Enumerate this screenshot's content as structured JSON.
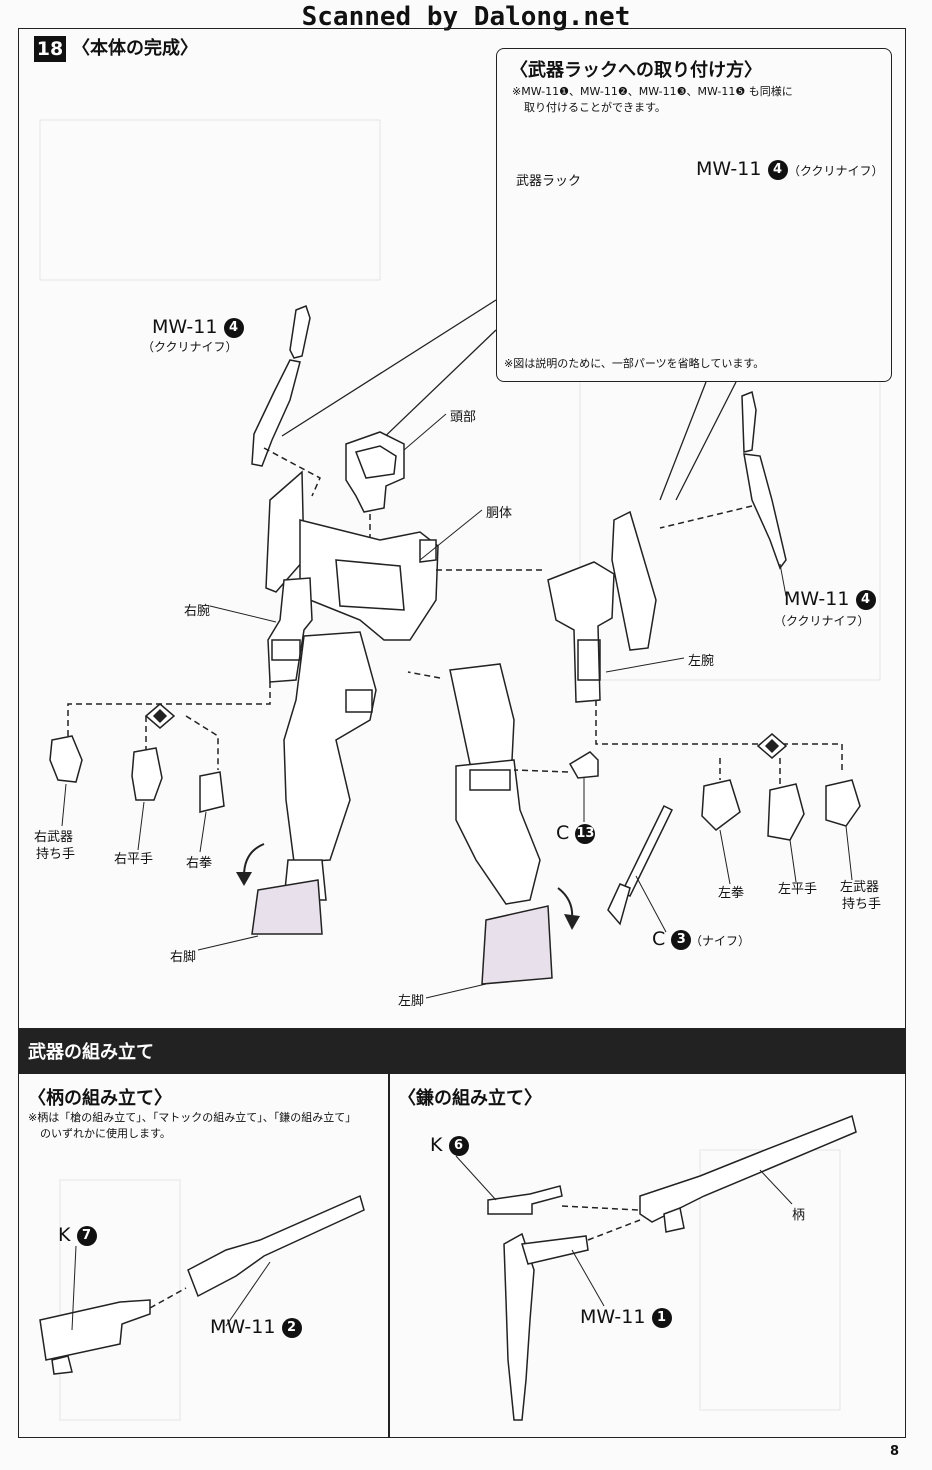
{
  "banner": "Scanned by Dalong.net",
  "step": {
    "number": "18",
    "title": "〈本体の完成〉"
  },
  "callout": {
    "title": "〈武器ラックへの取り付け方〉",
    "note_line1": "※MW-11❶、MW-11❷、MW-11❸、MW-11❺ も同様に",
    "note_line2": "取り付けることができます。",
    "rack_label": "武器ラック",
    "part_code": "MW-11",
    "part_num": "4",
    "part_desc": "（ククリナイフ）",
    "omit_note": "※図は説明のために、一部パーツを省略しています。"
  },
  "labels": {
    "left_part_code": "MW-11",
    "left_part_num": "4",
    "left_part_desc": "（ククリナイフ）",
    "head": "頭部",
    "torso": "胴体",
    "right_arm": "右腕",
    "left_arm": "左腕",
    "right_part_code": "MW-11",
    "right_part_num": "4",
    "right_part_desc": "（ククリナイフ）",
    "right_weapon_hand_1": "右武器",
    "right_weapon_hand_2": "持ち手",
    "right_flat_hand": "右平手",
    "right_fist": "右拳",
    "right_leg": "右脚",
    "left_leg": "左脚",
    "c13_letter": "C",
    "c13_num": "13",
    "c3_letter": "C",
    "c3_num": "3",
    "c3_desc": "（ナイフ）",
    "left_fist": "左拳",
    "left_flat_hand": "左平手",
    "left_weapon_hand_1": "左武器",
    "left_weapon_hand_2": "持ち手"
  },
  "weapons_section": {
    "title": "武器の組み立て",
    "handle": {
      "title": "〈柄の組み立て〉",
      "note_line1": "※柄は「槍の組み立て」、「マトックの組み立て」、「鎌の組み立て」",
      "note_line2": "のいずれかに使用します。",
      "k_letter": "K",
      "k_num": "7",
      "part_code": "MW-11",
      "part_num": "2"
    },
    "sickle": {
      "title": "〈鎌の組み立て〉",
      "k_letter": "K",
      "k_num": "6",
      "handle_label": "柄",
      "part_code": "MW-11",
      "part_num": "1"
    }
  },
  "page_number": "8"
}
